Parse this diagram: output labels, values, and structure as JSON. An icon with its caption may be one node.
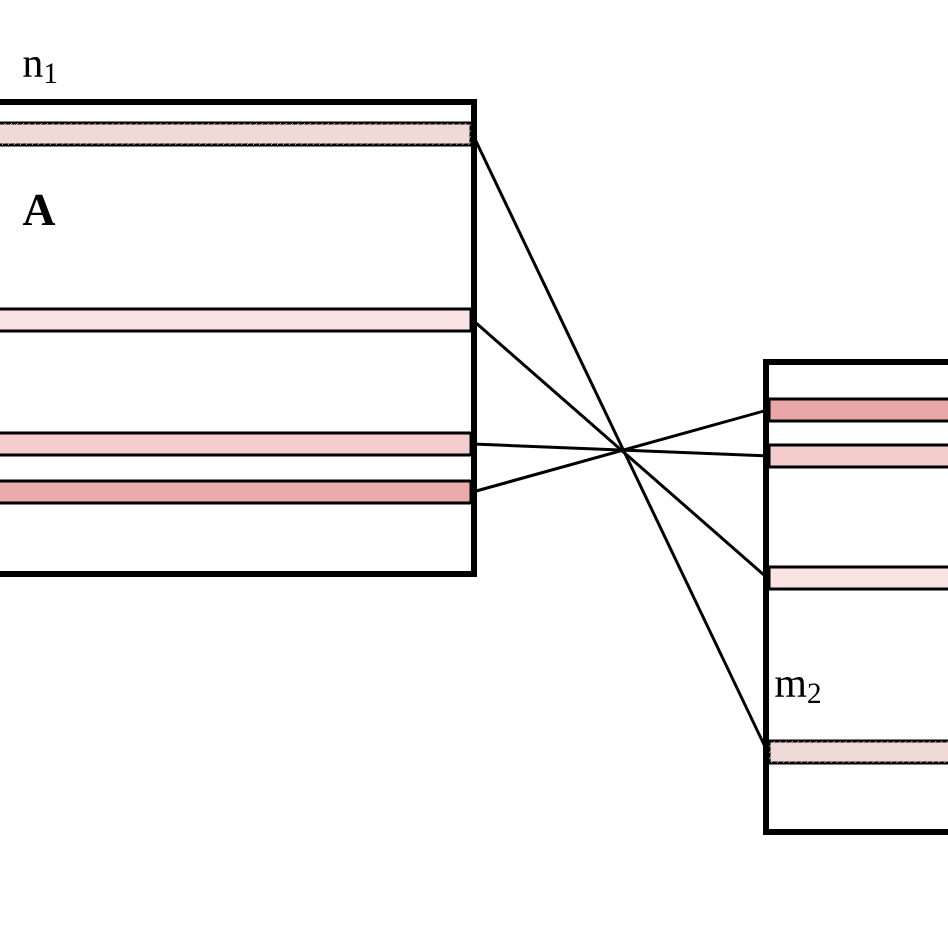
{
  "diagram": {
    "nodes": [
      {
        "text": [
          "n$_{1}$",
          "A"
        ]
      },
      {
        "text": [],
        "shape": "bar",
        "in": 0
      },
      {
        "text": [],
        "shape": "bar",
        "in": 0
      },
      {
        "text": [],
        "shape": "bar",
        "in": 0
      },
      {
        "text": [],
        "shape": "bar",
        "in": 0
      },
      {
        "text": [
          "m$_{2}$"
        ]
      },
      {
        "text": [],
        "shape": "bar",
        "in": 5
      },
      {
        "text": [],
        "shape": "bar",
        "in": 5
      },
      {
        "text": [],
        "shape": "bar",
        "in": 5
      },
      {
        "text": [],
        "shape": "bar",
        "in": 5
      }
    ],
    "edges": [
      {
        "from": 1,
        "to": 9,
        "arrow": "none"
      },
      {
        "from": 2,
        "to": 8,
        "arrow": "none"
      },
      {
        "from": 3,
        "to": 7,
        "arrow": "none"
      },
      {
        "from": 4,
        "to": 6,
        "arrow": "none"
      }
    ]
  }
}
